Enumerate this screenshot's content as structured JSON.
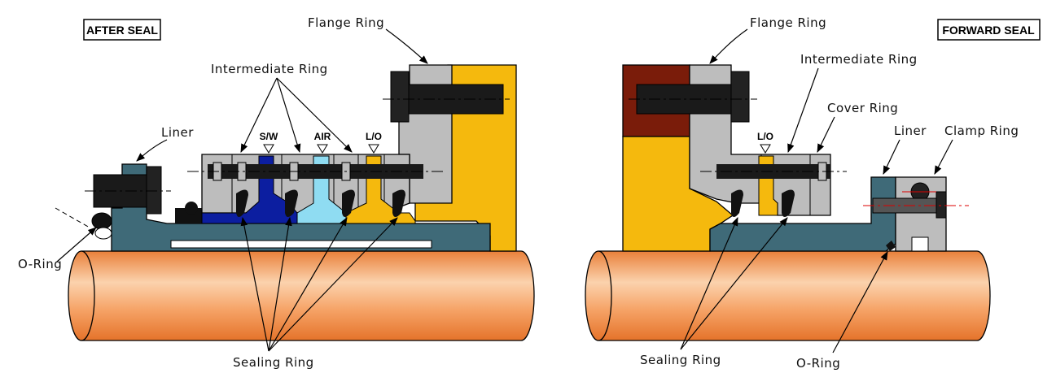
{
  "after_seal": {
    "title": "AFTER SEAL",
    "labels": {
      "flange_ring": "Flange Ring",
      "intermediate_ring": "Intermediate Ring",
      "liner": "Liner",
      "o_ring": "O-Ring",
      "sealing_ring": "Sealing Ring"
    },
    "ports": {
      "sw": "S/W",
      "air": "AIR",
      "lo": "L/O"
    }
  },
  "forward_seal": {
    "title": "FORWARD SEAL",
    "labels": {
      "flange_ring": "Flange Ring",
      "intermediate_ring": "Intermediate Ring",
      "cover_ring": "Cover Ring",
      "liner": "Liner",
      "clamp_ring": "Clamp Ring",
      "sealing_ring": "Sealing Ring",
      "o_ring": "O-Ring"
    },
    "ports": {
      "lo": "L/O"
    }
  },
  "colors": {
    "shaft": "#ee8a3c",
    "liner": "#3f6a78",
    "steel": "#bdbdbd",
    "flange": "#f5b90d",
    "seawater": "#0c1ea0",
    "air": "#8fdcf2",
    "oil": "#f5b90d",
    "fwd_flange": "#7a1c0a",
    "seal_black": "#111111"
  }
}
